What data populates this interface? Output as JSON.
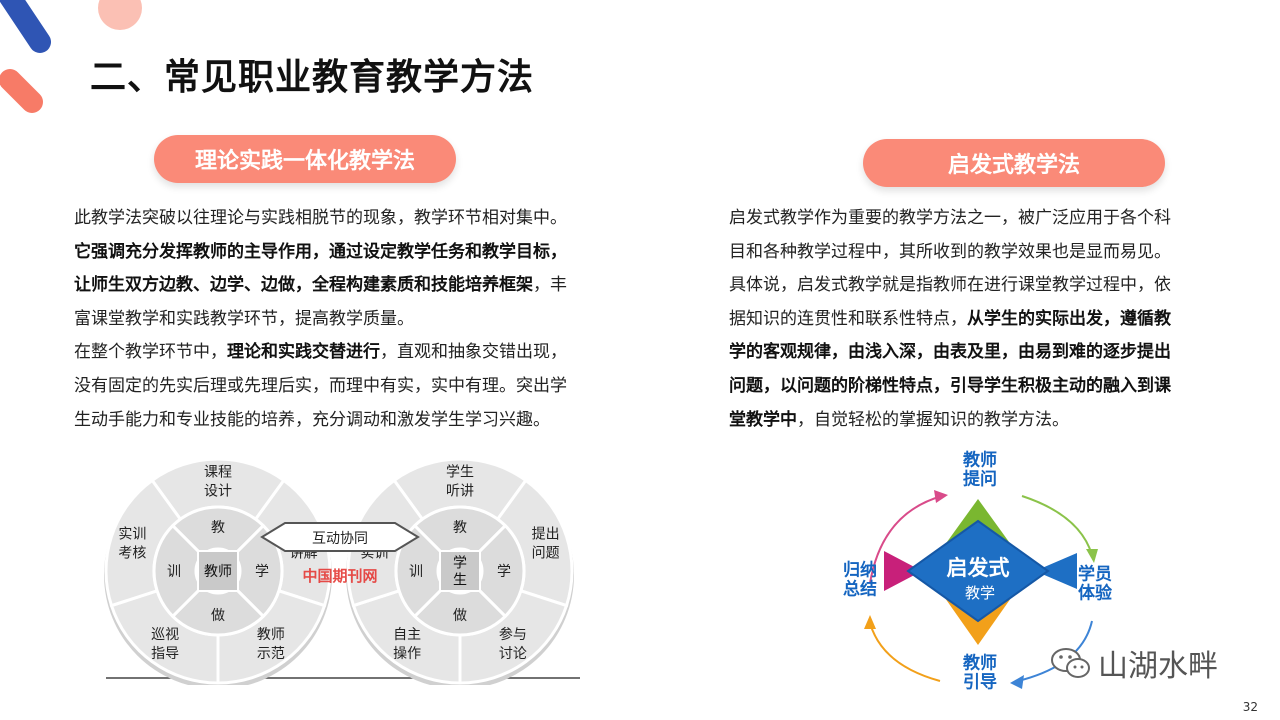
{
  "page": {
    "title": "二、常见职业教育教学方法",
    "page_number": "32"
  },
  "left": {
    "pill": "理论实践一体化教学法",
    "lines": [
      [
        {
          "t": "此教学法突破以往理论与实践相脱节的现象，教学环节相对集中。",
          "b": false
        }
      ],
      [
        {
          "t": "它强调充分发挥教师的主导作用，通过设定教学任务和教学目标，",
          "b": true
        }
      ],
      [
        {
          "t": "让师生双方边教、边学、边做，全程构建素质和技能培养框架",
          "b": true
        },
        {
          "t": "，丰",
          "b": false
        }
      ],
      [
        {
          "t": "富课堂教学和实践教学环节，提高教学质量。",
          "b": false
        }
      ],
      [
        {
          "t": "在整个教学环节中，",
          "b": false
        },
        {
          "t": "理论和实践交替进行",
          "b": true
        },
        {
          "t": "，直观和抽象交错出现，",
          "b": false
        }
      ],
      [
        {
          "t": "没有固定的先实后理或先理后实，而理中有实，实中有理。突出学",
          "b": false
        }
      ],
      [
        {
          "t": "生动手能力和专业技能的培养，充分调动和激发学生学习兴趣。",
          "b": false
        }
      ]
    ],
    "diagram": {
      "left_wheel": {
        "center": "教师",
        "inner": {
          "top": "教",
          "right": "学",
          "bottom": "做",
          "left": "训"
        },
        "outer": [
          "课程\n设计",
          "教师\n讲解",
          "教师\n示范",
          "巡视\n指导",
          "实训\n考核"
        ]
      },
      "right_wheel": {
        "center": "学\n生",
        "inner": {
          "top": "教",
          "right": "学",
          "bottom": "做",
          "left": "训"
        },
        "outer": [
          "学生\n听讲",
          "提出\n问题",
          "参与\n讨论",
          "自主\n操作",
          "企业\n实训"
        ]
      },
      "bridge": "互动协同",
      "watermark": "中国期刊网"
    }
  },
  "right": {
    "pill": "启发式教学法",
    "lines": [
      [
        {
          "t": "启发式教学作为重要的教学方法之一，被广泛应用于各个科",
          "b": false
        }
      ],
      [
        {
          "t": "目和各种教学过程中，其所收到的教学效果也是显而易见。",
          "b": false
        }
      ],
      [
        {
          "t": "具体说，启发式教学就是指教师在进行课堂教学过程中，依",
          "b": false
        }
      ],
      [
        {
          "t": "据知识的连贯性和联系性特点，",
          "b": false
        },
        {
          "t": "从学生的实际出发，遵循教",
          "b": true
        }
      ],
      [
        {
          "t": "学的客观规律，由浅入深，由表及里，由易到难的逐步提出",
          "b": true
        }
      ],
      [
        {
          "t": "问题，以问题的阶梯性特点，引导学生积极主动的融入到课",
          "b": true
        }
      ],
      [
        {
          "t": "堂教学中",
          "b": true
        },
        {
          "t": "，自觉轻松的掌握知识的教学方法。",
          "b": false
        }
      ]
    ],
    "diagram": {
      "center_main": "启发式",
      "center_sub": "教学",
      "top": "教师\n提问",
      "right": "学员\n体验",
      "bottom": "教师\n引导",
      "left": "归纳\n总结"
    },
    "watermark": "山湖水畔"
  },
  "colors": {
    "pill": "#fa8a78",
    "blue_deco": "#2f55b4",
    "salmon_deco": "#f77b67",
    "pink_deco": "#fbc0b4",
    "wheel_gray": "#e6e6e6",
    "wheel_dark": "#c9c9c9",
    "diamond_blue": "#1e6fc4",
    "diamond_green": "#7ab730",
    "diamond_orange": "#f2a01a",
    "diamond_magenta": "#c8207a",
    "label_blue": "#1565c0",
    "watermark_red": "#e53935"
  }
}
